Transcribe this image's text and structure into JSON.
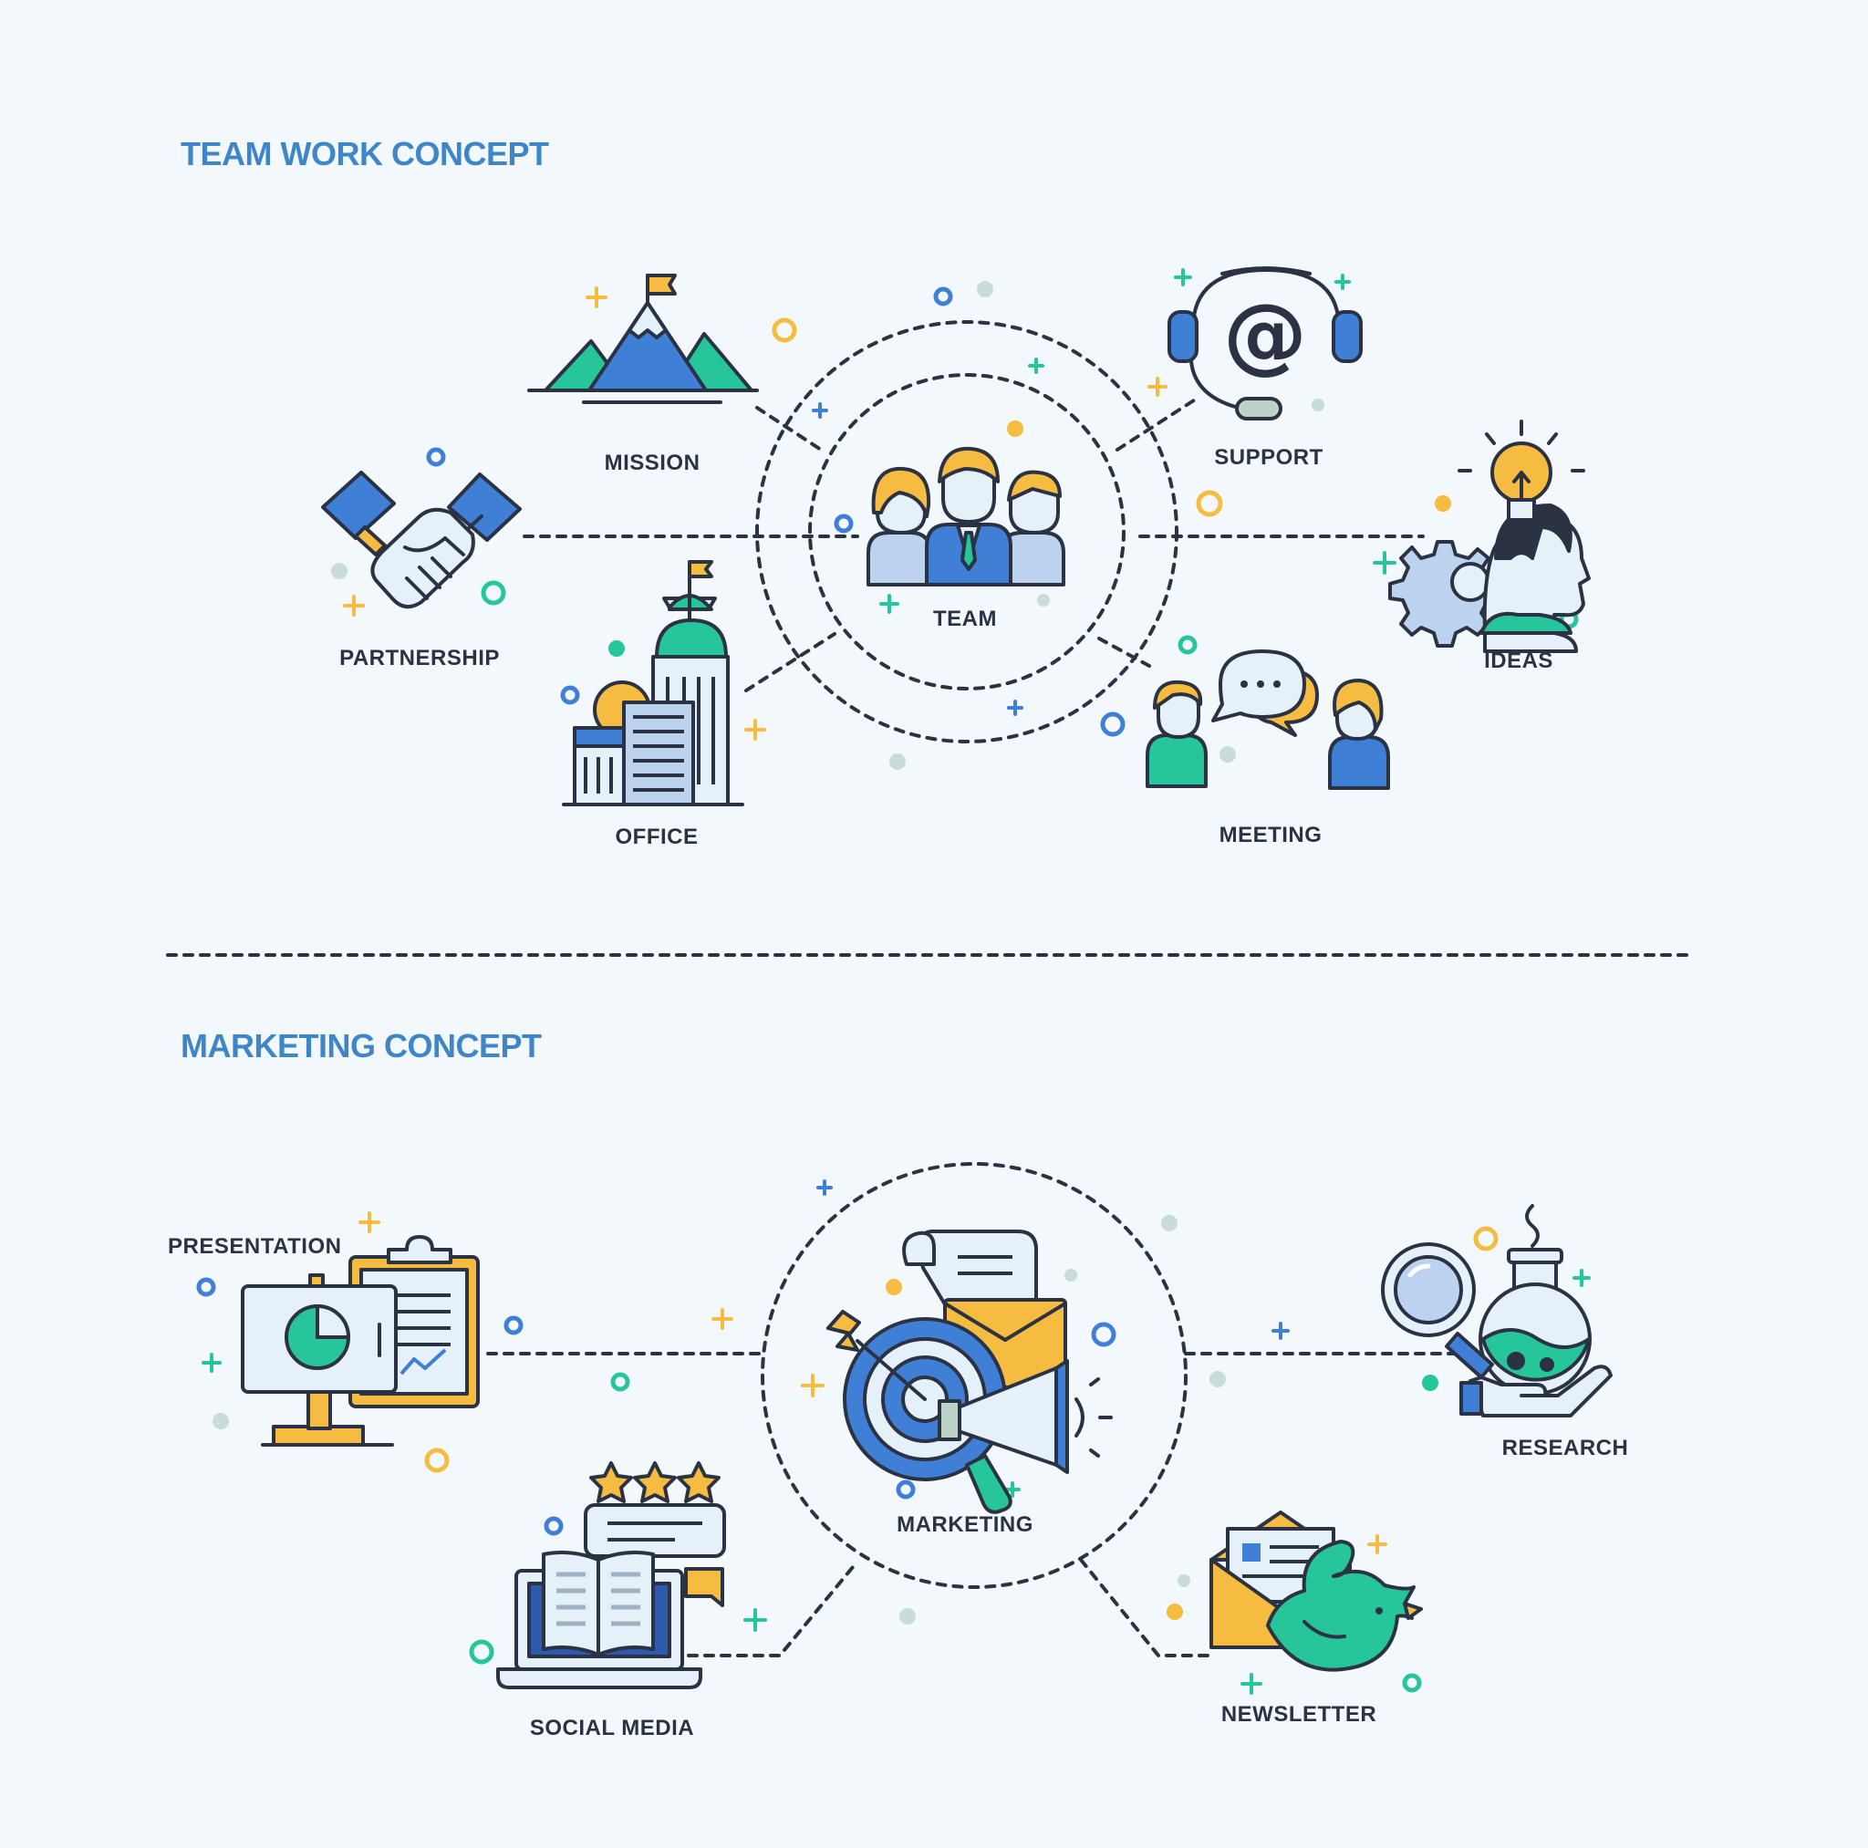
{
  "colors": {
    "background": "#f2f8fb",
    "title": "#3f86c9",
    "ink": "#2b3244",
    "blue": "#3f7fd6",
    "dark_blue": "#2e5aac",
    "green": "#27c69a",
    "yellow": "#f5bc41",
    "light": "#e6f0f8",
    "dot_grey": "#c9dcdb"
  },
  "sections": {
    "team": {
      "title": "TEAM WORK CONCEPT",
      "center": {
        "label": "TEAM",
        "icon": "team-people-icon"
      },
      "nodes": [
        {
          "id": "mission",
          "label": "MISSION",
          "icon": "mountain-flag-icon"
        },
        {
          "id": "support",
          "label": "SUPPORT",
          "icon": "headset-at-icon"
        },
        {
          "id": "partnership",
          "label": "PARTNERSHIP",
          "icon": "handshake-icon"
        },
        {
          "id": "ideas",
          "label": "IDEAS",
          "icon": "lightbulb-head-gear-icon"
        },
        {
          "id": "office",
          "label": "OFFICE",
          "icon": "office-buildings-icon"
        },
        {
          "id": "meeting",
          "label": "MEETING",
          "icon": "meeting-people-chat-icon"
        }
      ]
    },
    "marketing": {
      "title": "MARKETING CONCEPT",
      "center": {
        "label": "MARKETING",
        "icon": "target-megaphone-icon"
      },
      "nodes": [
        {
          "id": "presentation",
          "label": "PRESENTATION",
          "icon": "presentation-board-icon"
        },
        {
          "id": "research",
          "label": "RESEARCH",
          "icon": "magnifier-flask-icon"
        },
        {
          "id": "social",
          "label": "SOCIAL MEDIA",
          "icon": "laptop-reviews-icon"
        },
        {
          "id": "newsletter",
          "label": "NEWSLETTER",
          "icon": "envelope-bird-icon"
        }
      ]
    }
  }
}
